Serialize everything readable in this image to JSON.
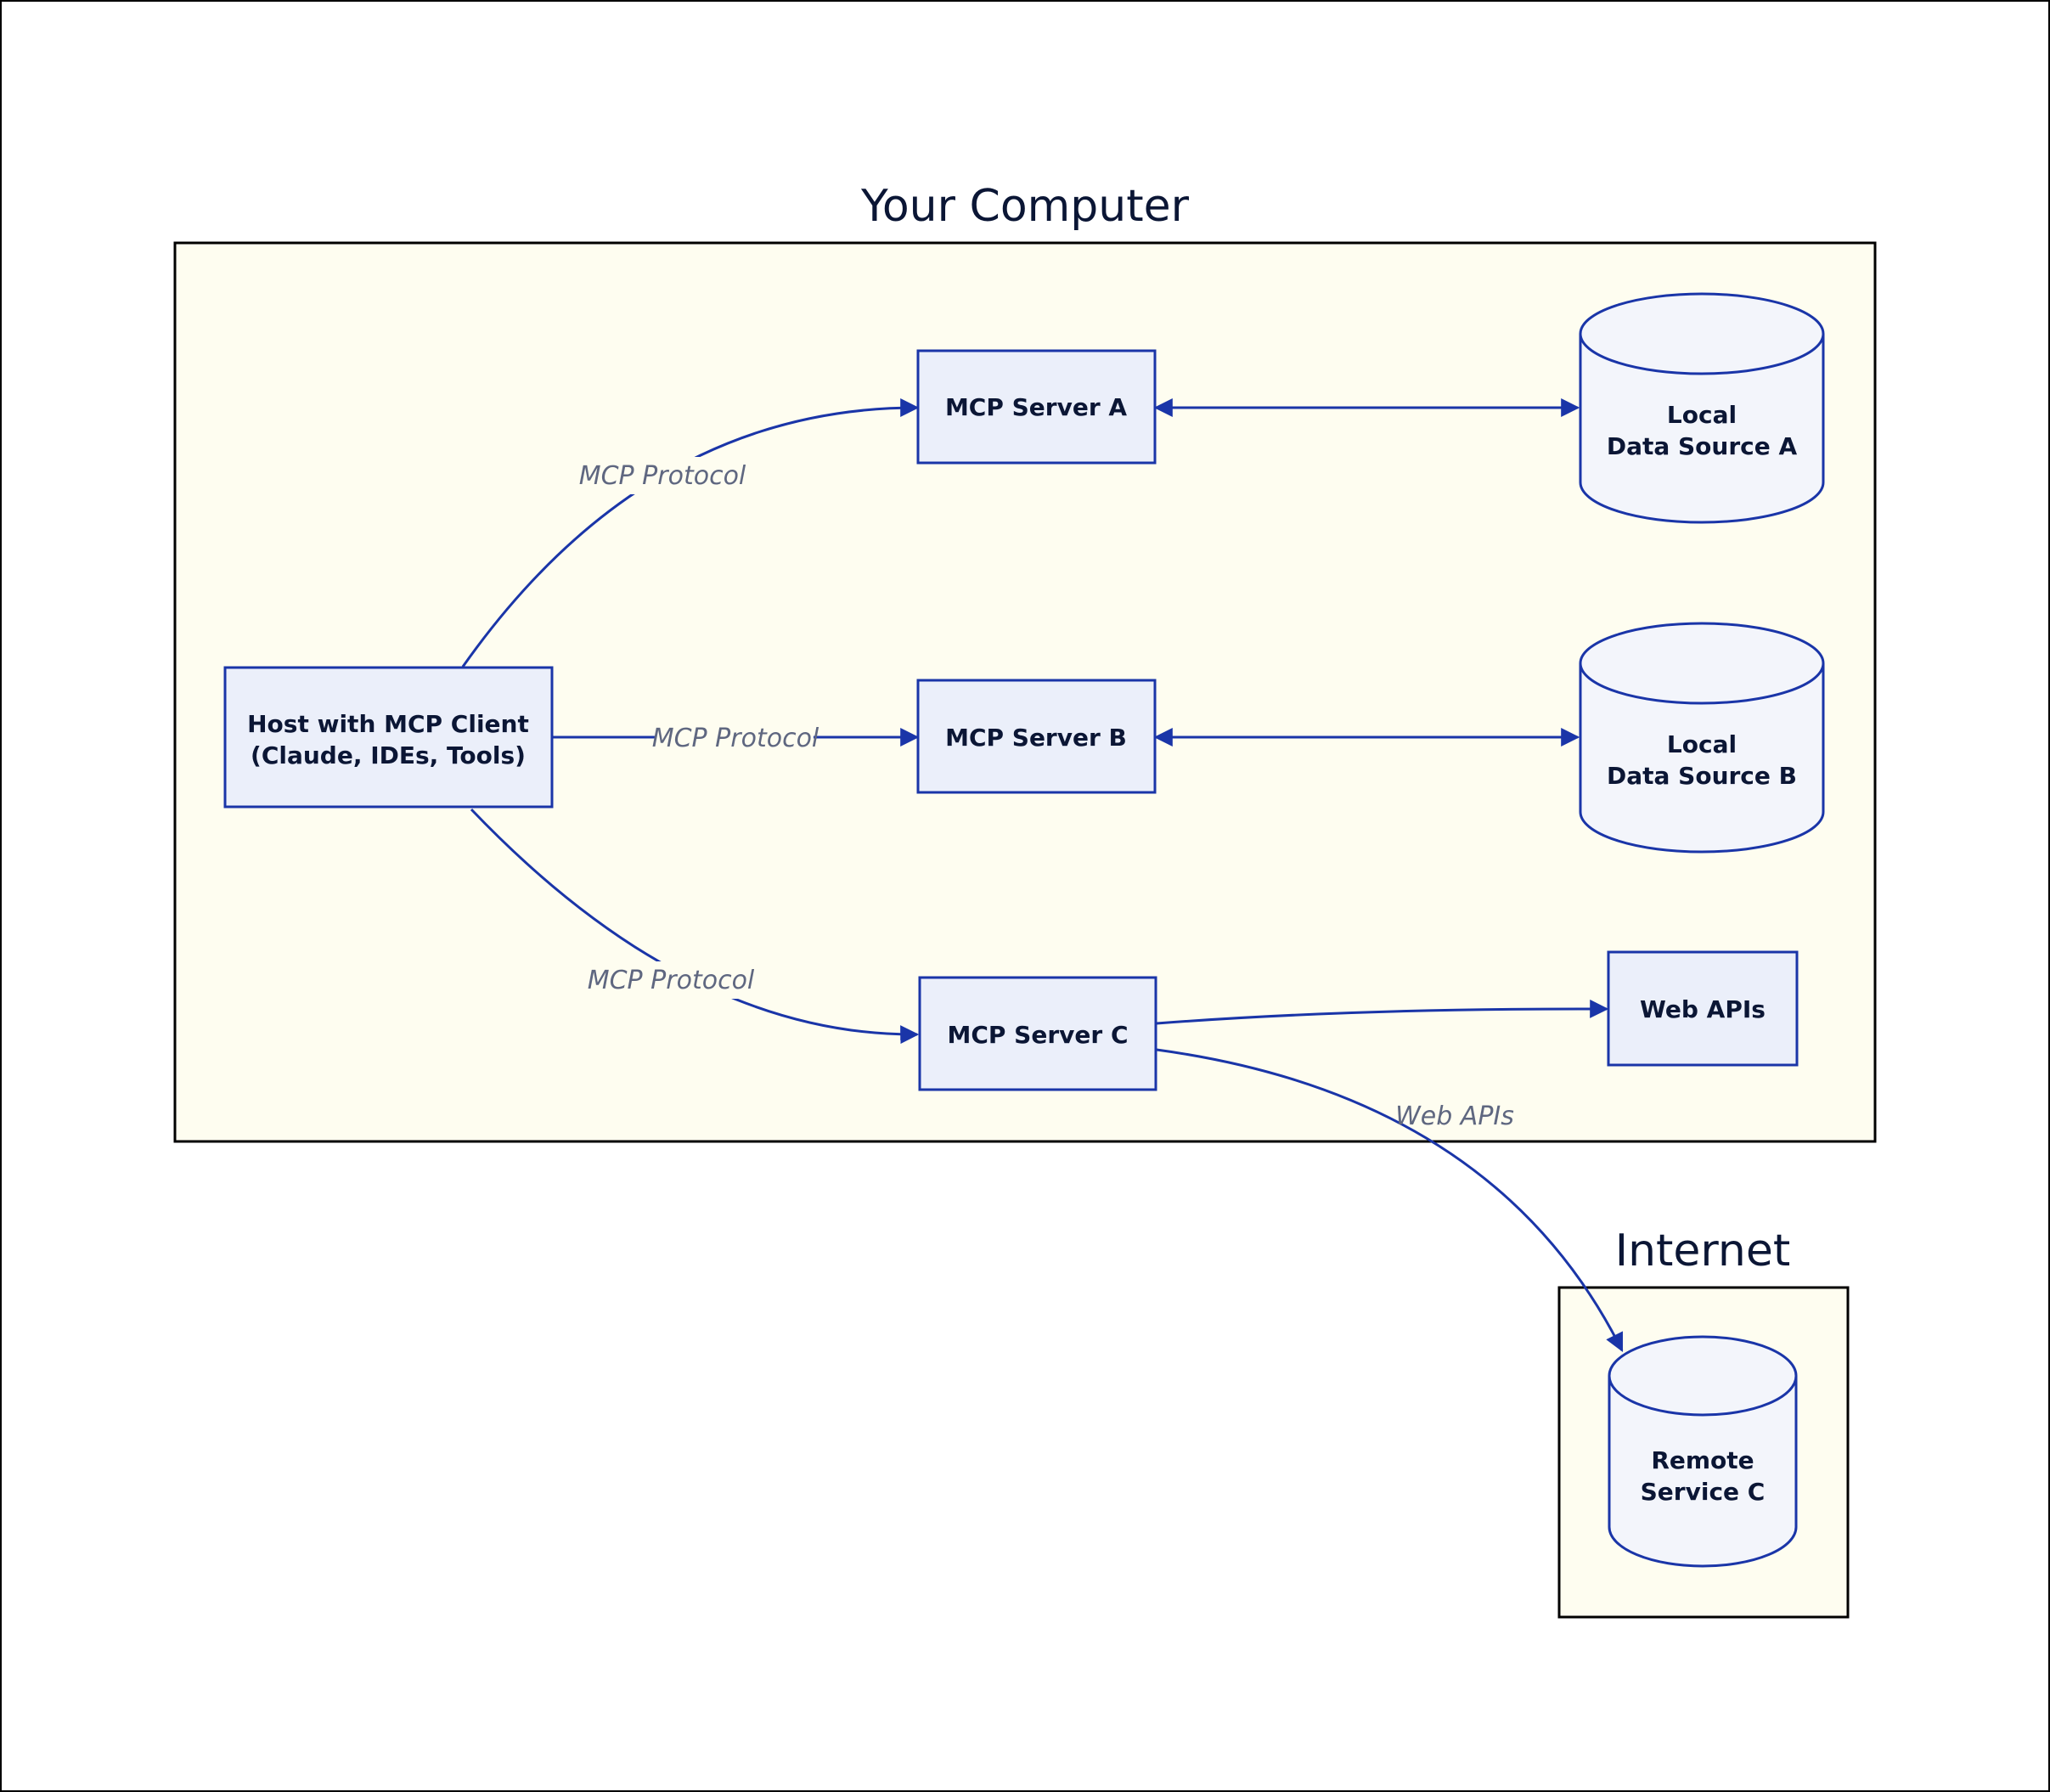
{
  "regions": {
    "computer": {
      "title": "Your Computer"
    },
    "internet": {
      "title": "Internet"
    }
  },
  "nodes": {
    "host": {
      "lines": [
        "Host with MCP Client",
        "(Claude, IDEs, Tools)"
      ]
    },
    "server_a": {
      "lines": [
        "MCP Server A"
      ]
    },
    "server_b": {
      "lines": [
        "MCP Server B"
      ]
    },
    "server_c": {
      "lines": [
        "MCP Server C"
      ]
    },
    "data_a": {
      "lines": [
        "Local",
        "Data Source A"
      ]
    },
    "data_b": {
      "lines": [
        "Local",
        "Data Source B"
      ]
    },
    "web_apis": {
      "lines": [
        "Web APIs"
      ]
    },
    "remote_c": {
      "lines": [
        "Remote",
        "Service C"
      ]
    }
  },
  "edges": {
    "host_a": "MCP Protocol",
    "host_b": "MCP Protocol",
    "host_c": "MCP Protocol",
    "c_remote": "Web APIs"
  },
  "colors": {
    "region_fill": "#fefdf0",
    "region_stroke": "#000000",
    "node_fill": "#ebeffa",
    "cylinder_fill": "#f3f5fb",
    "node_stroke": "#1a35a8",
    "edge": "#1a35a8"
  }
}
